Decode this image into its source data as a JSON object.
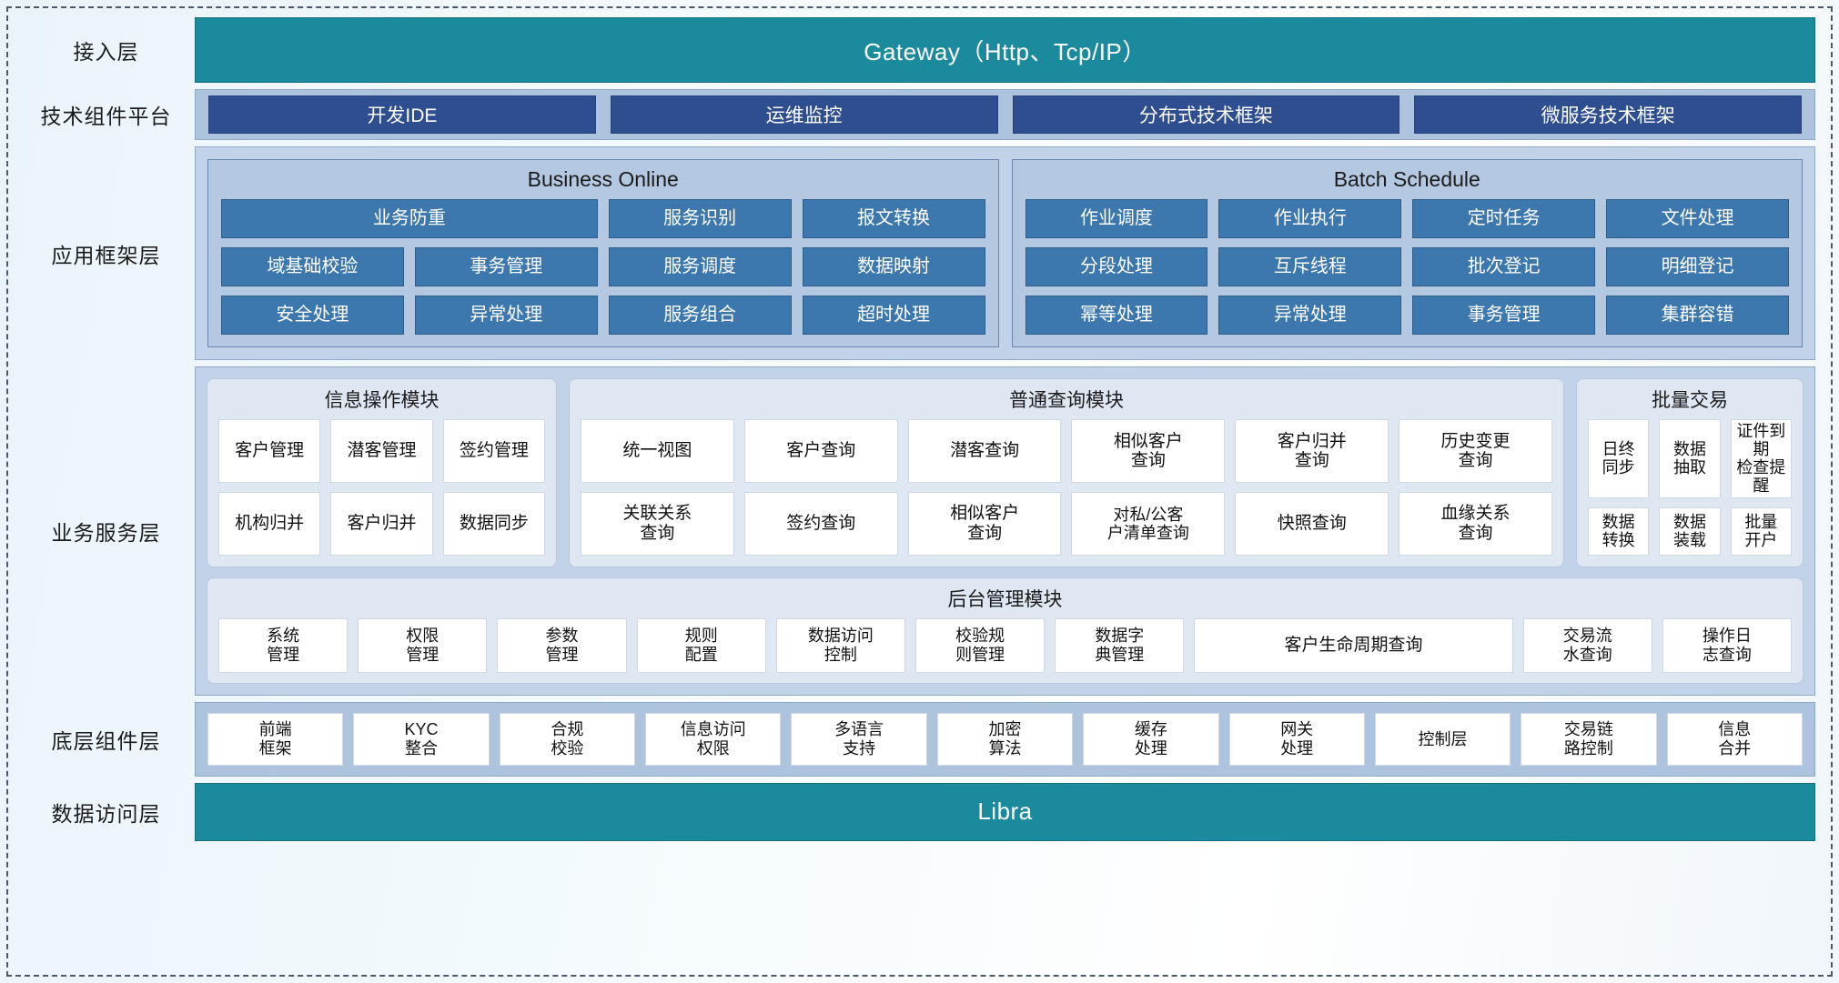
{
  "diagram": {
    "title": "分层架构图",
    "colors": {
      "teal": "#1b8a9c",
      "dark_blue_chip": "#2e4e8f",
      "mid_blue_chip": "#3c78ad",
      "panel_light": "#aec3dd",
      "panel_mid": "#c2d2e8",
      "group_light": "#dfe7f3",
      "cell_white": "#ffffff"
    }
  },
  "layers": [
    {
      "id": "access",
      "label": "接入层"
    },
    {
      "id": "tech",
      "label": "技术组件平台"
    },
    {
      "id": "appframe",
      "label": "应用框架层"
    },
    {
      "id": "service",
      "label": "业务服务层"
    },
    {
      "id": "component",
      "label": "底层组件层"
    },
    {
      "id": "data",
      "label": "数据访问层"
    }
  ],
  "gateway": {
    "label": "Gateway（Http、Tcp/IP）"
  },
  "data_access": {
    "label": "Libra"
  },
  "tech_platform": {
    "items": [
      {
        "label": "开发IDE"
      },
      {
        "label": "运维监控"
      },
      {
        "label": "分布式技术框架"
      },
      {
        "label": "微服务技术框架"
      }
    ]
  },
  "app_framework": {
    "groups": [
      {
        "title": "Business Online",
        "rows": [
          [
            {
              "label": "业务防重",
              "span": 2
            },
            {
              "label": "服务识别"
            },
            {
              "label": "报文转换"
            }
          ],
          [
            {
              "label": "域基础校验"
            },
            {
              "label": "事务管理"
            },
            {
              "label": "服务调度"
            },
            {
              "label": "数据映射"
            }
          ],
          [
            {
              "label": "安全处理"
            },
            {
              "label": "异常处理"
            },
            {
              "label": "服务组合"
            },
            {
              "label": "超时处理"
            }
          ]
        ]
      },
      {
        "title": "Batch Schedule",
        "rows": [
          [
            {
              "label": "作业调度"
            },
            {
              "label": "作业执行"
            },
            {
              "label": "定时任务"
            },
            {
              "label": "文件处理"
            }
          ],
          [
            {
              "label": "分段处理"
            },
            {
              "label": "互斥线程"
            },
            {
              "label": "批次登记"
            },
            {
              "label": "明细登记"
            }
          ],
          [
            {
              "label": "幂等处理"
            },
            {
              "label": "异常处理"
            },
            {
              "label": "事务管理"
            },
            {
              "label": "集群容错"
            }
          ]
        ]
      }
    ]
  },
  "business_service": {
    "top_groups": [
      {
        "id": "info-operation",
        "title": "信息操作模块",
        "rows": [
          [
            {
              "label": "客户管理"
            },
            {
              "label": "潜客管理"
            },
            {
              "label": "签约管理"
            }
          ],
          [
            {
              "label": "机构归并"
            },
            {
              "label": "客户归并"
            },
            {
              "label": "数据同步"
            }
          ]
        ]
      },
      {
        "id": "common-query",
        "title": "普通查询模块",
        "rows": [
          [
            {
              "label": "统一视图"
            },
            {
              "label": "客户查询"
            },
            {
              "label": "潜客查询"
            },
            {
              "label": "相似客户\n查询"
            },
            {
              "label": "客户归并\n查询"
            },
            {
              "label": "历史变更\n查询"
            }
          ],
          [
            {
              "label": "关联关系\n查询"
            },
            {
              "label": "签约查询"
            },
            {
              "label": "相似客户\n查询"
            },
            {
              "label": "对私/公客\n户清单查询"
            },
            {
              "label": "快照查询"
            },
            {
              "label": "血缘关系\n查询"
            }
          ]
        ]
      },
      {
        "id": "batch-transaction",
        "title": "批量交易",
        "rows": [
          [
            {
              "label": "日终\n同步"
            },
            {
              "label": "数据\n抽取"
            },
            {
              "label": "证件到期\n检查提醒"
            }
          ],
          [
            {
              "label": "数据\n转换"
            },
            {
              "label": "数据\n装载"
            },
            {
              "label": "批量\n开户"
            }
          ]
        ]
      }
    ],
    "backend_management": {
      "id": "backend-management",
      "title": "后台管理模块",
      "items": [
        {
          "label": "系统\n管理"
        },
        {
          "label": "权限\n管理"
        },
        {
          "label": "参数\n管理"
        },
        {
          "label": "规则\n配置"
        },
        {
          "label": "数据访问\n控制"
        },
        {
          "label": "校验规\n则管理"
        },
        {
          "label": "数据字\n典管理"
        },
        {
          "label": "客户生命周期查询",
          "span": 2
        },
        {
          "label": "交易流\n水查询"
        },
        {
          "label": "操作日\n志查询"
        }
      ]
    }
  },
  "component_layer": {
    "items": [
      {
        "label": "前端\n框架"
      },
      {
        "label": "KYC\n整合"
      },
      {
        "label": "合规\n校验"
      },
      {
        "label": "信息访问\n权限"
      },
      {
        "label": "多语言\n支持"
      },
      {
        "label": "加密\n算法"
      },
      {
        "label": "缓存\n处理"
      },
      {
        "label": "网关\n处理"
      },
      {
        "label": "控制层"
      },
      {
        "label": "交易链\n路控制"
      },
      {
        "label": "信息\n合并"
      }
    ]
  }
}
